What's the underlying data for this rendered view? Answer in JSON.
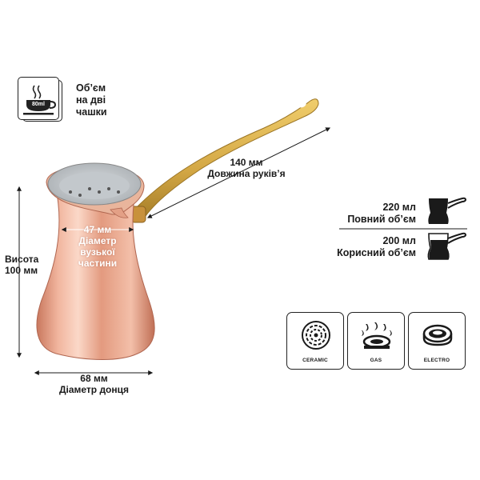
{
  "cup_badge": {
    "icon_text": "80ml",
    "label": [
      "Об’єм",
      "на дві",
      "чашки"
    ]
  },
  "dimensions": {
    "handle_length_value": "140 мм",
    "handle_length_label": "Довжина руків’я",
    "height_label": "Висота",
    "height_value": "100 мм",
    "neck_value": "47 мм",
    "neck_label": [
      "Діаметр",
      "вузької",
      "частини"
    ],
    "base_value": "68 мм",
    "base_label": "Діаметр донця"
  },
  "volumes": {
    "full_value": "220 мл",
    "full_label": "Повний об’єм",
    "usable_value": "200 мл",
    "usable_label": "Корисний об’єм"
  },
  "stoves": [
    {
      "label": "CERAMIC",
      "icon": "ceramic-hob-icon"
    },
    {
      "label": "GAS",
      "icon": "gas-burner-icon"
    },
    {
      "label": "ELECTRO",
      "icon": "electric-hob-icon"
    }
  ],
  "colors": {
    "copper": "#e8a48a",
    "brass": "#d4a845",
    "text": "#1a1a1a"
  }
}
